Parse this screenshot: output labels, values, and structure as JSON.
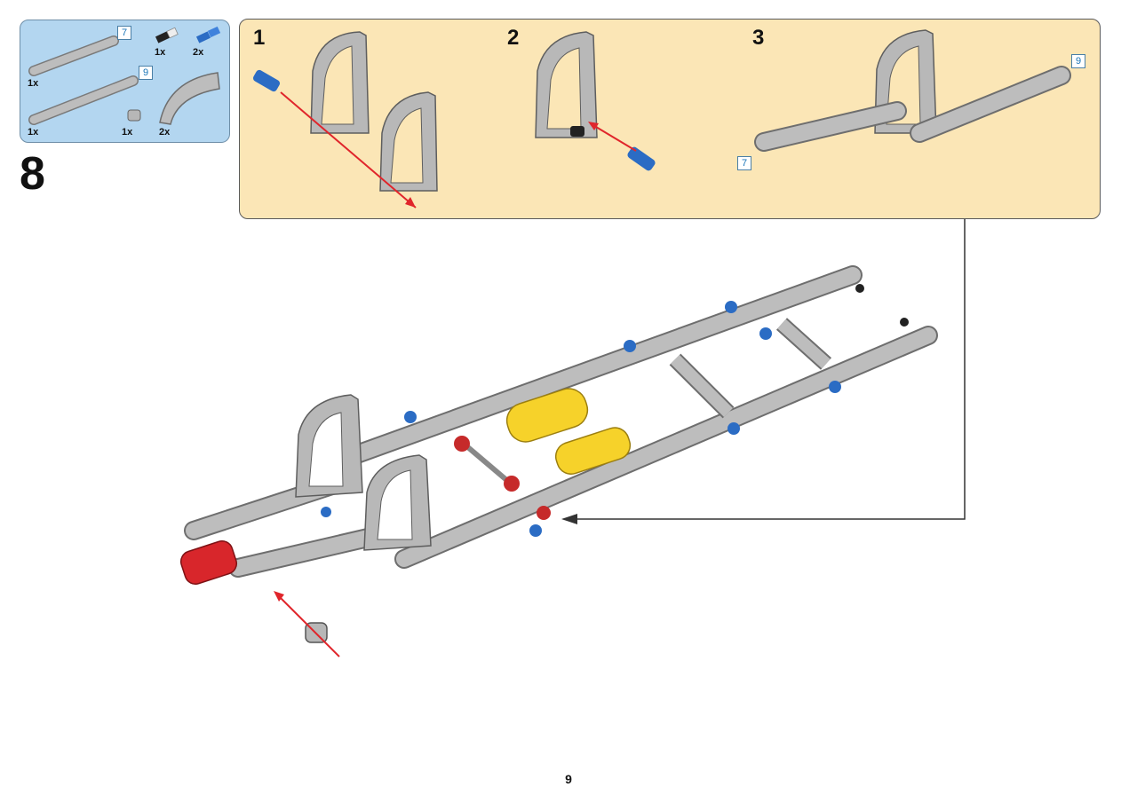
{
  "step": {
    "number": "8"
  },
  "parts_list": {
    "items": [
      {
        "part": "beam-7-long",
        "quantity": "1x",
        "length": "7"
      },
      {
        "part": "beam-9-long",
        "quantity": "1x",
        "length": "9"
      },
      {
        "part": "axle-pin",
        "quantity": "1x"
      },
      {
        "part": "blue-axle-pin",
        "quantity": "2x"
      },
      {
        "part": "bush",
        "quantity": "1x"
      },
      {
        "part": "quarter-ellipse-beam",
        "quantity": "2x"
      }
    ]
  },
  "substeps": [
    {
      "label": "1"
    },
    {
      "label": "2"
    },
    {
      "label": "3",
      "badges": [
        "9",
        "7"
      ]
    }
  ],
  "page": {
    "number": "9"
  },
  "colors": {
    "parts_box_bg": "#b3d6f0",
    "substeps_box_bg": "#fbe6b6",
    "beam_gray": "#a9a9a9",
    "pin_blue": "#2b6cc4",
    "connector_yellow": "#f6d22a",
    "connector_red": "#d8262b",
    "arrow_red": "#e0252b",
    "badge_text": "#1b76b8"
  }
}
